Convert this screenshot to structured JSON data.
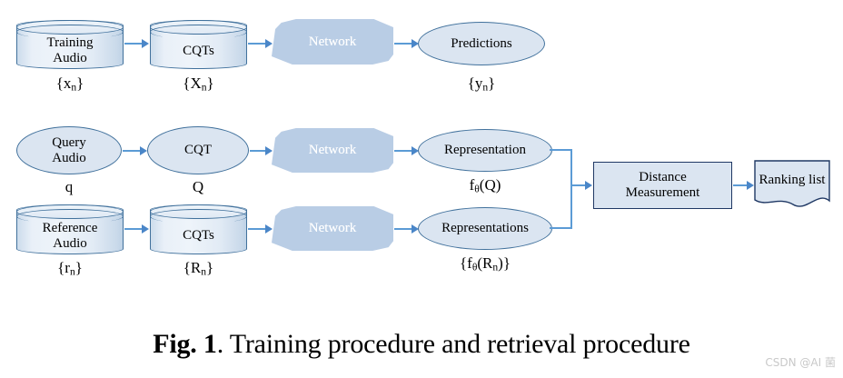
{
  "figure": {
    "caption_label": "Fig. 1",
    "caption_text": ". Training procedure and retrieval procedure",
    "watermark": "CSDN @AI 菌"
  },
  "colors": {
    "shape_fill": "#dbe5f1",
    "shape_border": "#41719c",
    "network_fill": "#b9cde5",
    "network_text": "#ffffff",
    "arrow": "#5b9bd5",
    "box_border": "#1f3864",
    "watermark": "#c9c9c9"
  },
  "rows": {
    "training": {
      "name": "training-procedure-row",
      "nodes": [
        {
          "id": "training-audio",
          "shape": "cylinder",
          "label": "Training\nAudio",
          "line1": "Training",
          "line2": "Audio",
          "sublabel": "{xₙ}"
        },
        {
          "id": "training-cqts",
          "shape": "cylinder",
          "label": "CQTs",
          "line1": "CQTs",
          "line2": "",
          "sublabel": "{Xₙ}"
        },
        {
          "id": "training-network",
          "shape": "network",
          "label": "Network",
          "sublabel": ""
        },
        {
          "id": "training-predictions",
          "shape": "ellipse",
          "label": "Predictions",
          "sublabel": "{yₙ}"
        }
      ]
    },
    "query": {
      "name": "query-procedure-row",
      "nodes": [
        {
          "id": "query-audio",
          "shape": "ellipse",
          "label": "Query\nAudio",
          "line1": "Query",
          "line2": "Audio",
          "sublabel": "q"
        },
        {
          "id": "query-cqt",
          "shape": "ellipse",
          "label": "CQT",
          "line1": "CQT",
          "line2": "",
          "sublabel": "Q"
        },
        {
          "id": "query-network",
          "shape": "network",
          "label": "Network",
          "sublabel": ""
        },
        {
          "id": "query-representation",
          "shape": "ellipse",
          "label": "Representation",
          "sublabel": "fθ(Q)"
        }
      ]
    },
    "reference": {
      "name": "reference-procedure-row",
      "nodes": [
        {
          "id": "reference-audio",
          "shape": "cylinder",
          "label": "Reference\nAudio",
          "line1": "Reference",
          "line2": "Audio",
          "sublabel": "{rₙ}"
        },
        {
          "id": "reference-cqts",
          "shape": "cylinder",
          "label": "CQTs",
          "line1": "CQTs",
          "line2": "",
          "sublabel": "{Rₙ}"
        },
        {
          "id": "reference-network",
          "shape": "network",
          "label": "Network",
          "sublabel": ""
        },
        {
          "id": "reference-representations",
          "shape": "ellipse",
          "label": "Representations",
          "sublabel": "{fθ(Rₙ)}"
        }
      ]
    },
    "output": {
      "name": "retrieval-output-row",
      "nodes": [
        {
          "id": "distance-measurement",
          "shape": "box",
          "label": "Distance\nMeasurement",
          "line1": "Distance",
          "line2": "Measurement"
        },
        {
          "id": "ranking-list",
          "shape": "document",
          "label": "Ranking list"
        }
      ]
    }
  },
  "sublabels": {
    "training_audio": "{x",
    "training_audio_sub": "n",
    "training_audio_end": "}",
    "training_cqts": "{X",
    "training_cqts_sub": "n",
    "training_cqts_end": "}",
    "predictions": "{y",
    "predictions_sub": "n",
    "predictions_end": "}",
    "query_audio": "q",
    "query_cqt": "Q",
    "representation": "f",
    "representation_sub": "θ",
    "representation_end": "(Q)",
    "reference_audio": "{r",
    "reference_audio_sub": "n",
    "reference_audio_end": "}",
    "reference_cqts": "{R",
    "reference_cqts_sub": "n",
    "reference_cqts_end": "}",
    "representations": "{f",
    "representations_sub1": "θ",
    "representations_mid": "(R",
    "representations_sub2": "n",
    "representations_end": ")}"
  }
}
